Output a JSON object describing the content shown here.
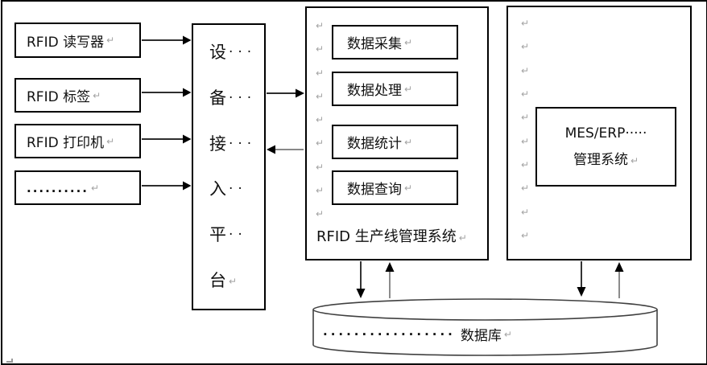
{
  "colors": {
    "line": "#000000",
    "cylinder_stroke": "#404040",
    "paragraph_mark": "#a3a3a3"
  },
  "marks": {
    "pilcrow": "↵"
  },
  "devices": {
    "reader": "RFID 读写器",
    "tag": "RFID 标签",
    "printer": "RFID 打印机",
    "more": ".........."
  },
  "platform": {
    "rows": [
      {
        "char": "设",
        "dots": "···"
      },
      {
        "char": "备",
        "dots": "···"
      },
      {
        "char": "接",
        "dots": "···"
      },
      {
        "char": "入",
        "dots": "··"
      },
      {
        "char": "平",
        "dots": "··"
      },
      {
        "char": "台",
        "dots": ""
      }
    ]
  },
  "production_system": {
    "modules": {
      "collect": "数据采集",
      "process": "数据处理",
      "stats": "数据统计",
      "query": "数据查询"
    },
    "label": "RFID 生产线管理系统"
  },
  "mes": {
    "line1": "MES/ERP·····",
    "line2": "管理系统"
  },
  "database": {
    "dots": "·················",
    "label": "数据库"
  }
}
